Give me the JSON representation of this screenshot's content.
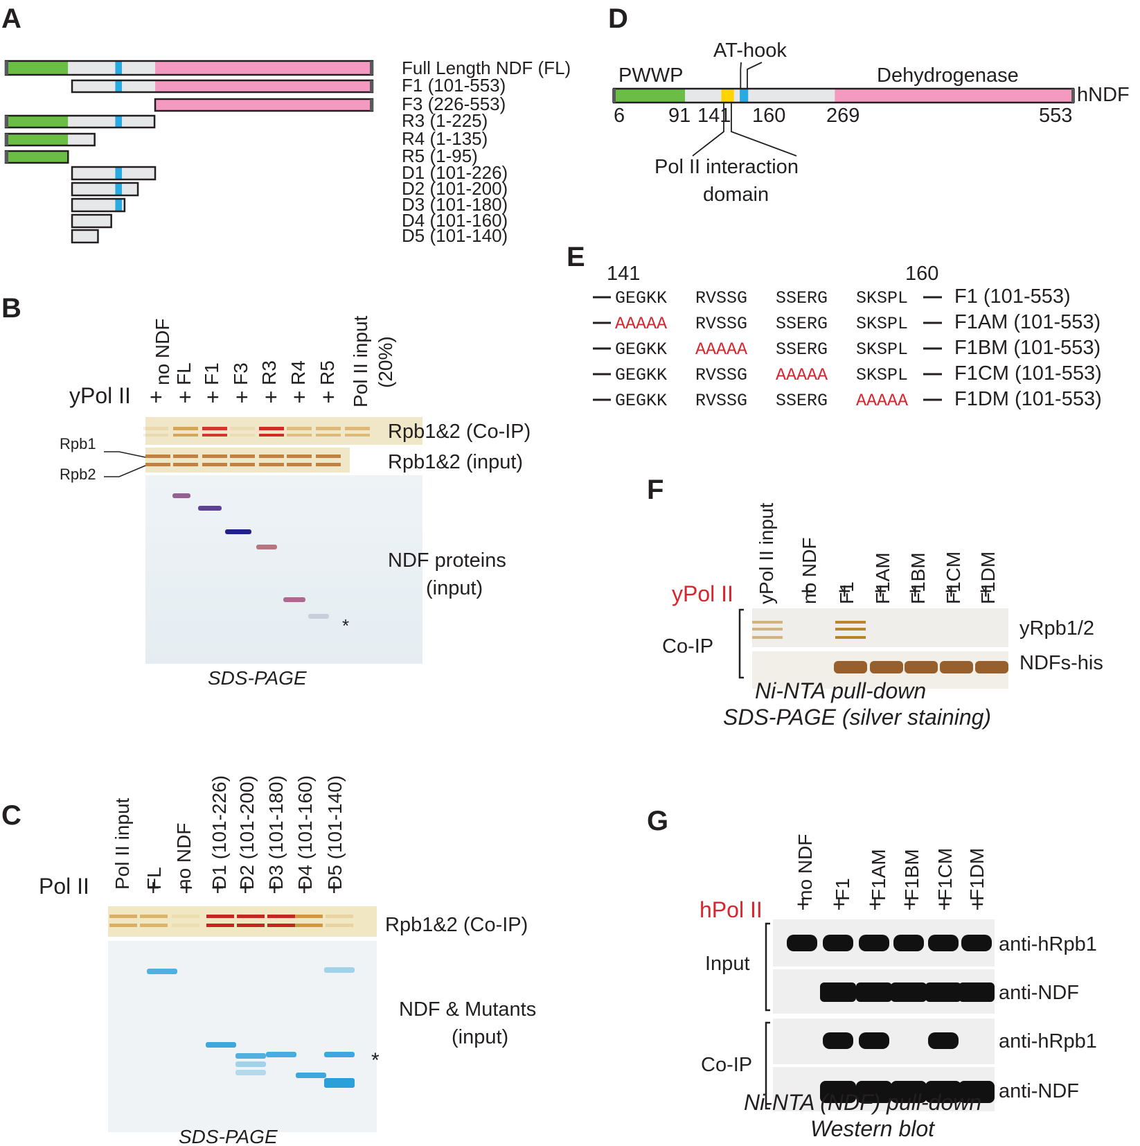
{
  "colors": {
    "pwwp": "#6abd45",
    "middle": "#e6e7e8",
    "at_hook": "#29aae1",
    "pol2_domain": "#ffd400",
    "dehydrogenase": "#f49ac1",
    "mutation": "#d7262e"
  },
  "panel_a": {
    "label": "A",
    "constructs": [
      {
        "name": "Full Length NDF (FL)",
        "start": 1,
        "end": 553
      },
      {
        "name": "F1 (101-553)",
        "start": 101,
        "end": 553
      },
      {
        "name": "F3 (226-553)",
        "start": 226,
        "end": 553
      },
      {
        "name": "R3 (1-225)",
        "start": 1,
        "end": 225
      },
      {
        "name": "R4 (1-135)",
        "start": 1,
        "end": 135
      },
      {
        "name": "R5 (1-95)",
        "start": 1,
        "end": 95
      },
      {
        "name": "D1 (101-226)",
        "start": 101,
        "end": 226
      },
      {
        "name": "D2 (101-200)",
        "start": 101,
        "end": 200
      },
      {
        "name": "D3 (101-180)",
        "start": 101,
        "end": 180
      },
      {
        "name": "D4 (101-160)",
        "start": 101,
        "end": 160
      },
      {
        "name": "D5 (101-140)",
        "start": 101,
        "end": 140
      }
    ]
  },
  "panel_b": {
    "label": "B",
    "row_label": "yPol II",
    "lanes": [
      "no NDF",
      "FL",
      "F1",
      "F3",
      "R3",
      "R4",
      "R5"
    ],
    "input_lane": "Pol II input (20%)",
    "plus": "+",
    "coip_label": "Rpb1&2 (Co-IP)",
    "input_label": "Rpb1&2 (input)",
    "rpb1": "Rpb1",
    "rpb2": "Rpb2",
    "ndf_label_1": "NDF proteins",
    "ndf_label_2": "(input)",
    "asterisk": "*",
    "footer": "SDS-PAGE"
  },
  "panel_c": {
    "label": "C",
    "row_label": "Pol II",
    "lanes": [
      "Pol II input",
      "FL",
      "no NDF",
      "D1 (101-226)",
      "D2 (101-200)",
      "D3 (101-180)",
      "D4 (101-160)",
      "D5 (101-140)"
    ],
    "plus": "+",
    "coip_label": "Rpb1&2 (Co-IP)",
    "ndf_label_1": "NDF & Mutants",
    "ndf_label_2": "(input)",
    "asterisk": "*",
    "footer": "SDS-PAGE"
  },
  "panel_d": {
    "label": "D",
    "protein": "hNDF",
    "domains": {
      "pwwp": "PWWP",
      "at_hook": "AT-hook",
      "dehydrogenase": "Dehydrogenase"
    },
    "positions": [
      "6",
      "91",
      "141",
      "160",
      "269",
      "553"
    ],
    "pol2_line1": "Pol II interaction",
    "pol2_line2": "domain"
  },
  "panel_e": {
    "label": "E",
    "start": "141",
    "end": "160",
    "rows": [
      {
        "blocks": [
          "GEGKK",
          "RVSSG",
          "SSERG",
          "SKSPL"
        ],
        "mutated": -1,
        "name": "F1 (101-553)"
      },
      {
        "blocks": [
          "AAAAA",
          "RVSSG",
          "SSERG",
          "SKSPL"
        ],
        "mutated": 0,
        "name": "F1AM (101-553)"
      },
      {
        "blocks": [
          "GEGKK",
          "AAAAA",
          "SSERG",
          "SKSPL"
        ],
        "mutated": 1,
        "name": "F1BM (101-553)"
      },
      {
        "blocks": [
          "GEGKK",
          "RVSSG",
          "AAAAA",
          "SKSPL"
        ],
        "mutated": 2,
        "name": "F1CM (101-553)"
      },
      {
        "blocks": [
          "GEGKK",
          "RVSSG",
          "SSERG",
          "AAAAA"
        ],
        "mutated": 3,
        "name": "F1DM (101-553)"
      }
    ]
  },
  "panel_f": {
    "label": "F",
    "row_label": "yPol II",
    "lanes": [
      "yPol II input",
      "no NDF",
      "F1",
      "F1AM",
      "F1BM",
      "F1CM",
      "F1DM"
    ],
    "plus": "+",
    "coip": "Co-IP",
    "band1": "yRpb1/2",
    "band2": "NDFs-his",
    "footer1": "Ni-NTA pull-down",
    "footer2": "SDS-PAGE (silver staining)"
  },
  "panel_g": {
    "label": "G",
    "row_label": "hPol II",
    "lanes": [
      "no NDF",
      "F1",
      "F1AM",
      "F1BM",
      "F1CM",
      "F1DM"
    ],
    "plus": "+",
    "input": "Input",
    "coip": "Co-IP",
    "blot1": "anti-hRpb1",
    "blot2": "anti-NDF",
    "footer1": "Ni-NTA (NDF) pull-down",
    "footer2": "Western blot"
  }
}
